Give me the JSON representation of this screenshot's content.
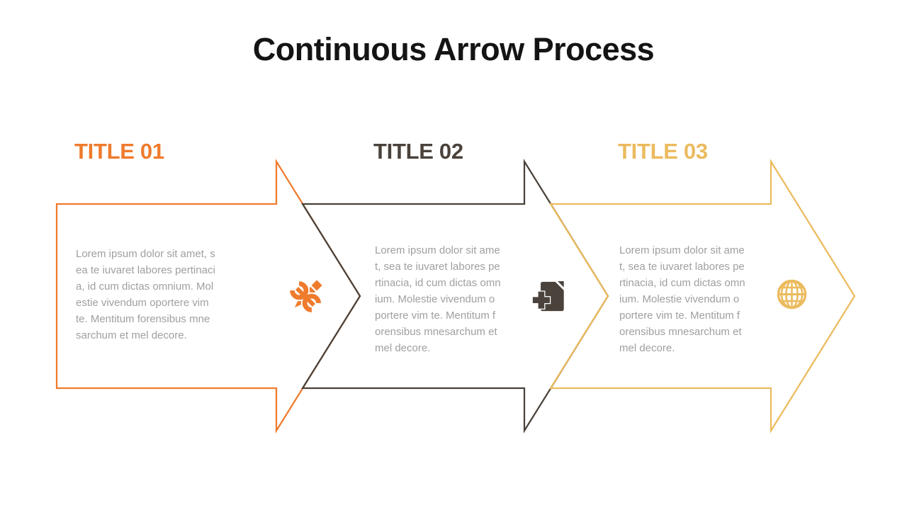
{
  "slide": {
    "title": "Continuous Arrow Process"
  },
  "colors": {
    "step1": "#EF7B2D",
    "step2": "#4A423B",
    "step3": "#EBBB5E",
    "body": "#9F9F9F",
    "heading": "#141414"
  },
  "steps": [
    {
      "label": "TITLE 01",
      "icon": "tools-icon",
      "body": "Lorem ipsum dolor sit amet, s\nea te iuvaret labores pertinaci\na, id cum dictas omnium. Mol\nestie vivendum oportere vim\nte. Mentitum forensibus mne\nsarchum et mel decore."
    },
    {
      "label": "TITLE 02",
      "icon": "add-document-icon",
      "body": "Lorem ipsum dolor sit ame\nt, sea te iuvaret labores pe\nrtinacia, id cum dictas omn\nium. Molestie vivendum o\nportere vim te. Mentitum f\norensibus mnesarchum et\nmel decore."
    },
    {
      "label": "TITLE 03",
      "icon": "globe-icon",
      "body": "Lorem ipsum dolor sit ame\nt, sea te iuvaret labores pe\nrtinacia, id cum dictas omn\nium. Molestie vivendum o\nportere vim te. Mentitum f\norensibus mnesarchum et\nmel decore."
    }
  ]
}
